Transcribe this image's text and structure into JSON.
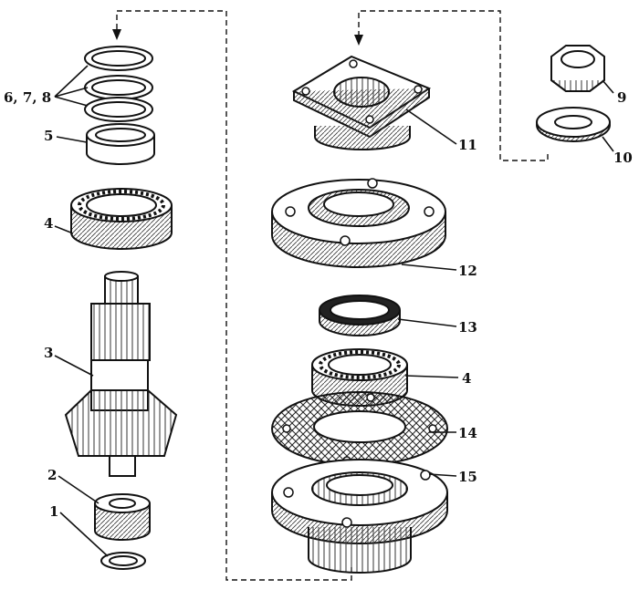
{
  "labels": {
    "l678": "6, 7, 8",
    "l5": "5",
    "l4a": "4",
    "l3": "3",
    "l2": "2",
    "l1": "1",
    "l11": "11",
    "l9": "9",
    "l10": "10",
    "l12": "12",
    "l13": "13",
    "l4b": "4",
    "l14": "14",
    "l15": "15"
  }
}
